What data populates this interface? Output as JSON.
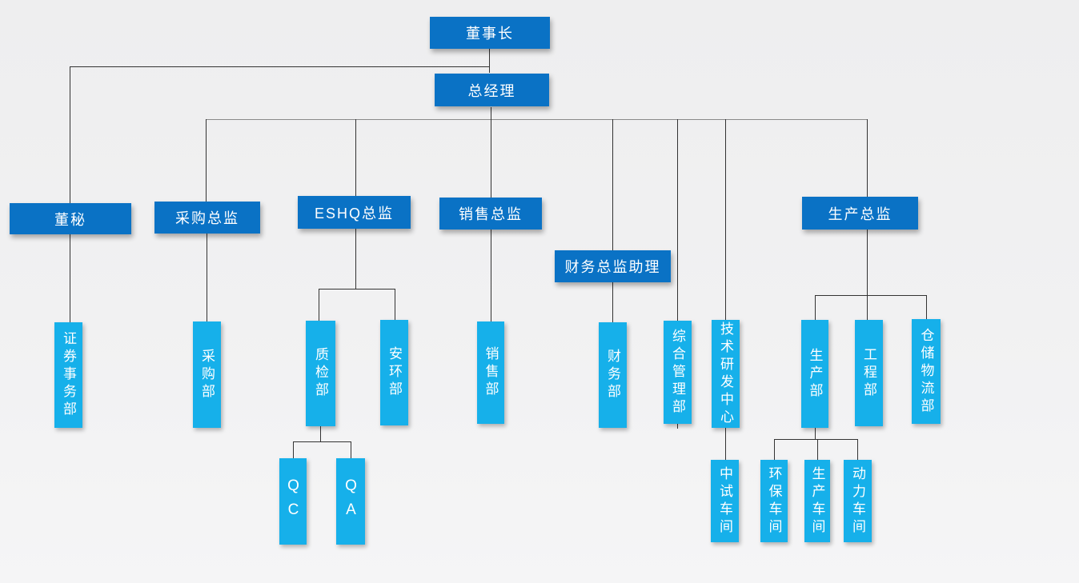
{
  "diagram": {
    "type": "org_chart",
    "colors": {
      "director_blue": "#0a72c5",
      "department_cyan": "#16b0ea",
      "connector": "#333333",
      "main_connector": "#8a8a8a",
      "background_top": "#eeeeef",
      "background_bottom": "#f5f5f6",
      "text": "#ffffff"
    }
  },
  "nodes": {
    "chairman": "董事长",
    "general_manager": "总经理",
    "board_secretary": "董秘",
    "procurement_director": "采购总监",
    "eshq_director": "ESHQ总监",
    "sales_director": "销售总监",
    "finance_director_assistant": "财务总监助理",
    "production_director": "生产总监",
    "securities_affairs_dept": "证券事务部",
    "procurement_dept": "采购部",
    "quality_inspection_dept": "质检部",
    "safety_env_dept": "安环部",
    "sales_dept": "销售部",
    "finance_dept": "财务部",
    "general_admin_dept": "综合管理部",
    "tech_rd_center": "技术研发中心",
    "production_dept": "生产部",
    "engineering_dept": "工程部",
    "warehouse_logistics_dept": "仓储物流部",
    "qc": "QC",
    "qa": "QA",
    "pilot_workshop": "中试车间",
    "env_protection_workshop": "环保车间",
    "production_workshop": "生产车间",
    "power_workshop": "动力车间"
  },
  "hierarchy": [
    {
      "parent": "董事长",
      "children": [
        "总经理",
        "董秘"
      ]
    },
    {
      "parent": "总经理",
      "children": [
        "采购总监",
        "ESHQ总监",
        "销售总监",
        "财务总监助理",
        "综合管理部",
        "技术研发中心",
        "生产总监"
      ]
    },
    {
      "parent": "董秘",
      "children": [
        "证券事务部"
      ]
    },
    {
      "parent": "采购总监",
      "children": [
        "采购部"
      ]
    },
    {
      "parent": "ESHQ总监",
      "children": [
        "质检部",
        "安环部"
      ]
    },
    {
      "parent": "销售总监",
      "children": [
        "销售部"
      ]
    },
    {
      "parent": "财务总监助理",
      "children": [
        "财务部"
      ]
    },
    {
      "parent": "质检部",
      "children": [
        "QC",
        "QA"
      ]
    },
    {
      "parent": "技术研发中心",
      "children": [
        "中试车间"
      ]
    },
    {
      "parent": "生产总监",
      "children": [
        "生产部",
        "工程部",
        "仓储物流部"
      ]
    },
    {
      "parent": "生产部",
      "children": [
        "环保车间",
        "生产车间",
        "动力车间"
      ]
    }
  ]
}
